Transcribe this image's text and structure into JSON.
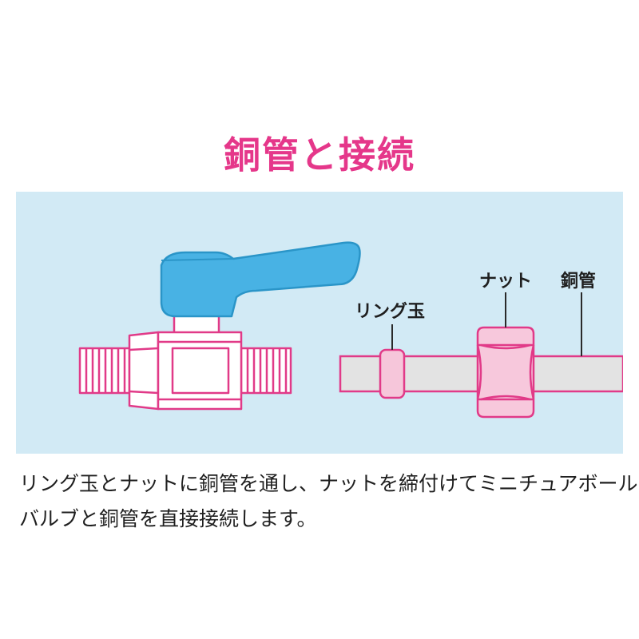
{
  "title": "銅管と接続",
  "labels": {
    "ring": "リング玉",
    "nut": "ナット",
    "pipe": "銅管"
  },
  "caption": {
    "line1": "リング玉とナットに銅管を通し、ナットを締付けてミニチュアボール",
    "line2": "バルブと銅管を直接接続します。"
  },
  "colors": {
    "title": "#e5378a",
    "panel_bg": "#d2eaf5",
    "handle": "#48b2e4",
    "outline": "#e13a88",
    "ring_fill": "#f6c6da",
    "nut_fill": "#f7c8dc",
    "pipe_fill": "#e3e3e3",
    "valve_fill": "#ffffff"
  }
}
